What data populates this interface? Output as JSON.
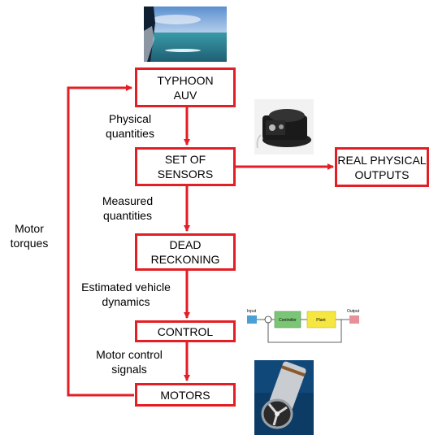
{
  "boxes": {
    "auv": "TYPHOON\nAUV",
    "sensors": "SET OF\nSENSORS",
    "real_outputs": "REAL PHYSICAL\nOUTPUTS",
    "dead_reckoning": "DEAD\nRECKONING",
    "control": "CONTROL",
    "motors": "MOTORS"
  },
  "edge_labels": {
    "physical": "Physical\nquantities",
    "measured": "Measured\nquantities",
    "estimated": "Estimated vehicle\ndynamics",
    "motor_signals": "Motor control\nsignals",
    "motor_torques": "Motor\ntorques"
  },
  "block_diagram": {
    "input": "Input",
    "controller": "Controller",
    "plant": "Plant",
    "output": "Output"
  },
  "colors": {
    "accent": "#e31e24",
    "input_block": "#4a9fd4",
    "controller_block": "#7cc576",
    "plant_block": "#f5e642",
    "output_block": "#e8909a"
  }
}
